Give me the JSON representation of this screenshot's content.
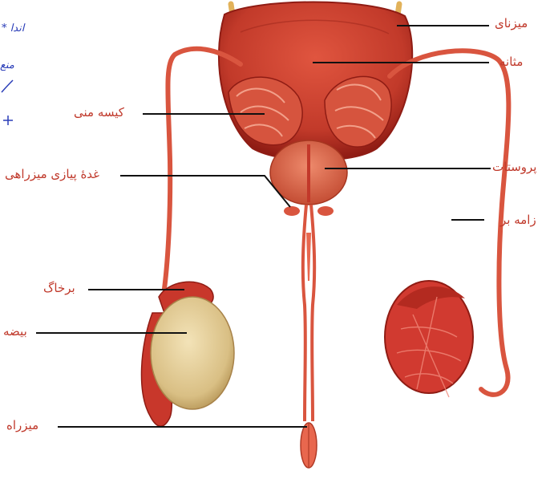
{
  "labels": {
    "ureter": "میزنای",
    "bladder": "مثانه",
    "seminal_vesicle": "کیسه منی",
    "prostate": "پروستات",
    "bulbourethral_gland": "غدهٔ پیازی میزراهی",
    "vas_deferens": "زامه بر",
    "epididymis": "برخاگ",
    "testis": "بیضه",
    "urethra": "میزراه"
  },
  "margin_notes": {
    "note1": "* اندا",
    "note2": "منع"
  },
  "colors": {
    "organ_red": "#c8372b",
    "organ_dark": "#9e1f17",
    "duct": "#d9553f",
    "ureter": "#e2b25a",
    "testis": "#e8d39a",
    "label": "#c0392b",
    "leader": "#111111"
  }
}
